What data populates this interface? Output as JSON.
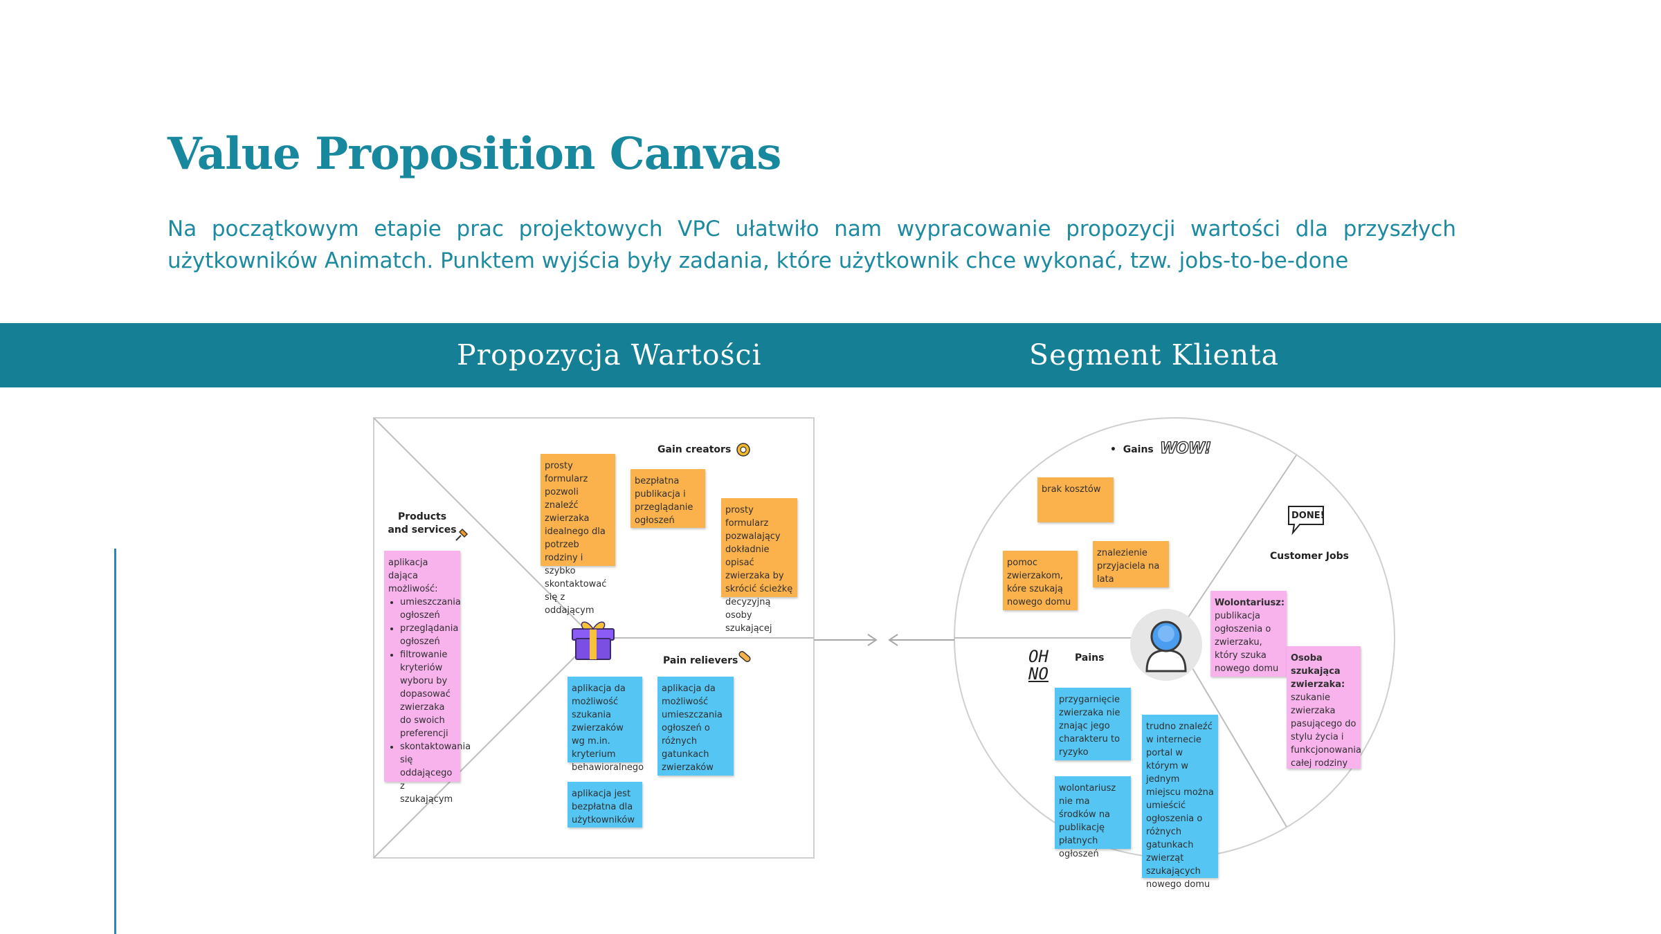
{
  "header": {
    "title": "Value Proposition Canvas",
    "intro": "Na początkowym etapie prac projektowych VPC ułatwiło nam wypracowanie propozycji wartości dla przyszłych użytkowników Animatch.  Punktem wyjścia były zadania, które użytkownik chce wykonać, tzw. jobs-to-be-done"
  },
  "band": {
    "left_label": "Propozycja Wartości",
    "right_label": "Segment Klienta",
    "color": "#157f96"
  },
  "value_map": {
    "gain_creators_label": "Gain creators",
    "products_label": "Products and services",
    "pain_relievers_label": "Pain relievers",
    "gain_creators": [
      "prosty formularz pozwoli znaleźć zwierzaka idealnego dla potrzeb rodziny i szybko skontaktować się z oddającym",
      "bezpłatna publikacja i przeglądanie ogłoszeń",
      "prosty formularz pozwalający dokładnie opisać zwierzaka by skrócić ścieżkę decyzyjną osoby szukającej"
    ],
    "products": {
      "intro": "aplikacja dająca możliwość:",
      "items": [
        "umieszczania ogłoszeń",
        "przeglądania ogłoszeń",
        "filtrowanie kryteriów wyboru by dopasować zwierzaka do swoich preferencji",
        "skontaktowania się oddającego z szukającym"
      ]
    },
    "pain_relievers": [
      "aplikacja da możliwość szukania zwierzaków wg m.in. kryterium behawioralnego",
      "aplikacja da możliwość umieszczania ogłoszeń o różnych gatunkach zwierzaków",
      "aplikacja jest bezpłatna dla użytkowników"
    ]
  },
  "customer_profile": {
    "gains_label": "Gains",
    "jobs_label": "Customer Jobs",
    "pains_label": "Pains",
    "wow_text": "WOW!",
    "done_text": "DONE!",
    "ohno_text": [
      "OH",
      "NO"
    ],
    "gains": [
      "brak kosztów",
      "pomoc zwierzakom, kóre szukają nowego domu",
      "znalezienie przyjaciela na lata"
    ],
    "jobs": [
      {
        "title": "Wolontariusz:",
        "text": "publikacja ogłoszenia o zwierzaku, który szuka nowego domu"
      },
      {
        "title": "Osoba szukająca zwierzaka:",
        "text": "szukanie zwierzaka pasującego do stylu życia i funkcjonowania całej rodziny"
      }
    ],
    "pains": [
      "przygarnięcie zwierzaka nie znając jego charakteru to ryzyko",
      "wolontariusz nie ma środków na publikację płatnych ogłoszeń",
      "trudno znaleźć w internecie portal w którym w jednym miejscu można umieścić ogłoszenia o różnych gatunkach zwierząt szukających nowego domu"
    ]
  },
  "colors": {
    "title": "#17889e",
    "orange_note": "#fbb24c",
    "blue_note": "#55c6f4",
    "pink_note": "#f8b3ec"
  },
  "icons": [
    "gift-icon",
    "user-avatar-icon",
    "sun-badge-icon",
    "pin-icon",
    "bandage-icon"
  ]
}
